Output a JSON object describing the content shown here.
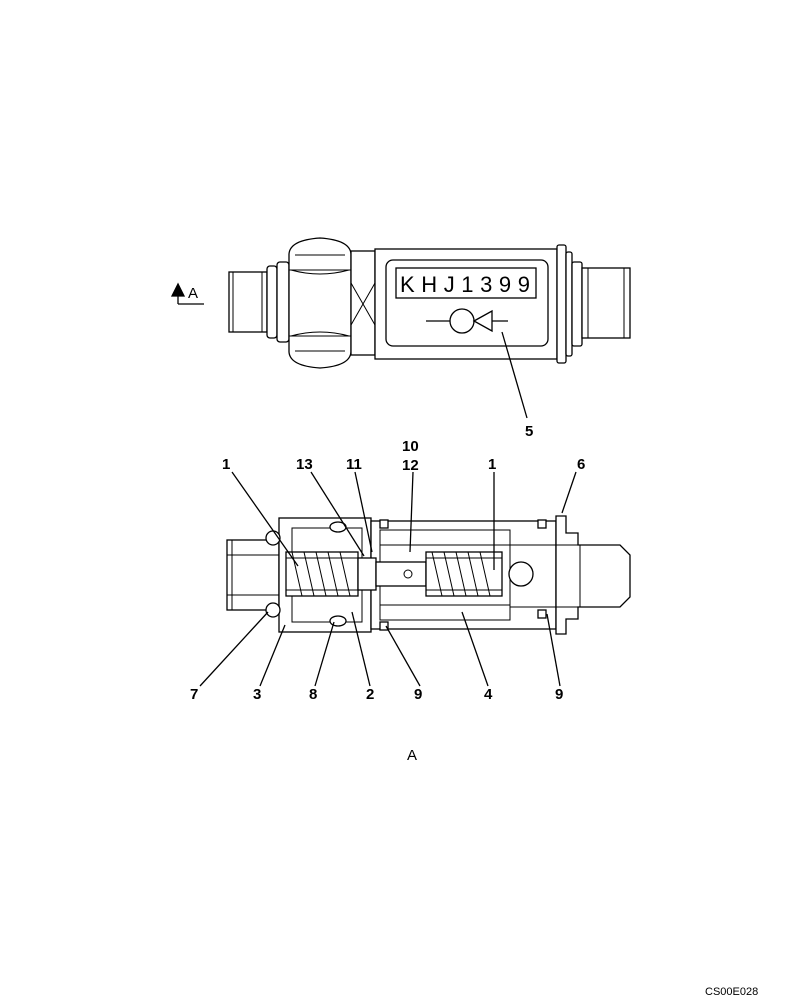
{
  "view_marker": "A",
  "nameplate": "KHJ1399",
  "section_view_label": "A",
  "drawing_code": "CS00E028",
  "callouts": {
    "top_5": "5",
    "top_1_left": "1",
    "top_13": "13",
    "top_11": "11",
    "top_10": "10",
    "top_12": "12",
    "top_1_right": "1",
    "top_6": "6",
    "bot_7": "7",
    "bot_3": "3",
    "bot_8": "8",
    "bot_2": "2",
    "bot_9_left": "9",
    "bot_4": "4",
    "bot_9_right": "9"
  }
}
